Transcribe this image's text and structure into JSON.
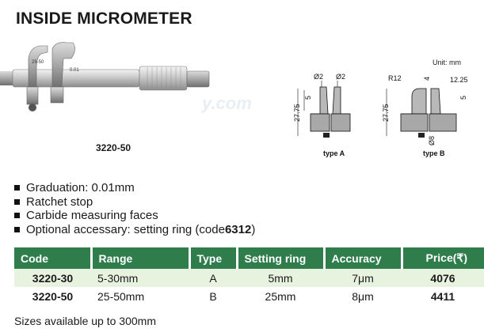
{
  "header": {
    "title": "INSIDE MICROMETER"
  },
  "unit_label": "Unit: mm",
  "watermark": "y.com",
  "product": {
    "model": "3220-50",
    "scale_text_top": "25-50",
    "scale_text_mid": "0.01"
  },
  "diagram_a": {
    "dim1": "Ø2",
    "dim2": "Ø2",
    "dim3": "5",
    "dim4": "27.75",
    "label": "type A"
  },
  "diagram_b": {
    "dim1": "R12",
    "dim2": "4",
    "dim3": "12.25",
    "dim4": "27.75",
    "dim5": "5",
    "dim6": "Ø8",
    "label": "type B"
  },
  "features": [
    {
      "text": "Graduation: 0.01mm",
      "bold": ""
    },
    {
      "text": "Ratchet stop",
      "bold": ""
    },
    {
      "text": "Carbide measuring faces",
      "bold": ""
    },
    {
      "text": "Optional accessary: setting ring (code ",
      "bold": "6312",
      "suffix": ")"
    }
  ],
  "table": {
    "headers": [
      "Code",
      "Range",
      "Type",
      "Setting ring",
      "Accuracy",
      "Price(₹)"
    ],
    "rows": [
      [
        "3220-30",
        "5-30mm",
        "A",
        "5mm",
        "7μm",
        "4076"
      ],
      [
        "3220-50",
        "25-50mm",
        "B",
        "25mm",
        "8μm",
        "4411"
      ]
    ]
  },
  "footnote": "Sizes available up to 300mm",
  "colors": {
    "header_green": "#2e7d4b",
    "row_tint": "#e8f3df"
  }
}
